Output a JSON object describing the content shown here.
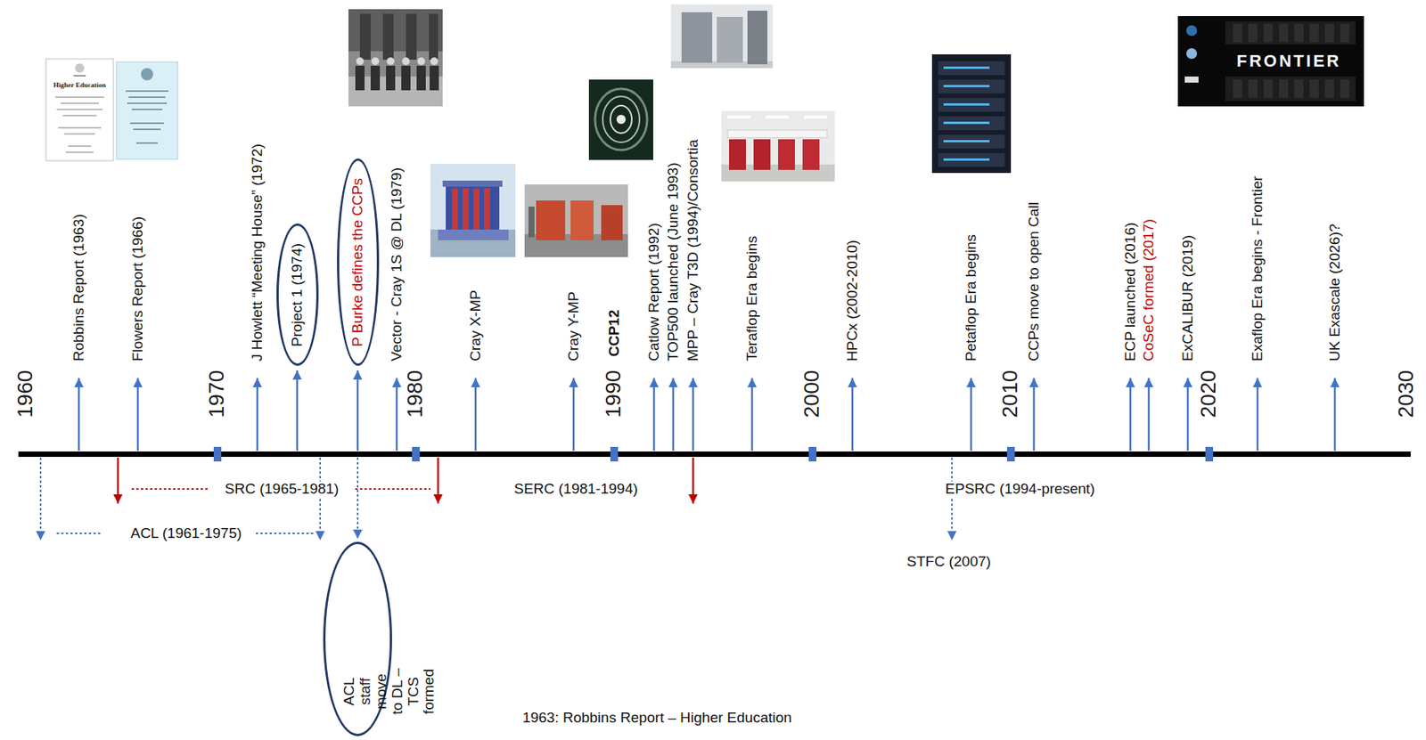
{
  "diagram": {
    "nodes": [
      {
        "text": [
          "Project 1 (1974)"
        ]
      },
      {
        "text": [
          "P Burke defines the CCPs"
        ]
      },
      {
        "text": [
          "ACL staff move to DL – TCS formed"
        ]
      }
    ],
    "labels": [
      "Higher Education",
      "FRONTIER",
      "Robbins Report (1963)",
      "Flowers Report (1966)",
      "J Howlett “Meeting House” (1972)",
      "Vector - Cray 1S @ DL (1979)",
      "Cray X-MP",
      "Cray Y-MP",
      "CCP12",
      "Catlow Report (1992)",
      "TOP500 launched (June 1993)",
      "MPP – Cray T3D (1994)/Consortia",
      "Teraflop Era begins",
      "HPCx (2002-2010)",
      "Petaflop Era begins",
      "CCPs move to open Call",
      "ECP launched (2016)",
      "CoSeC formed (2017)",
      "ExCALIBUR (2019)",
      "Exaflop Era begins - Frontier",
      "UK Exascale (2026)?",
      "1960",
      "1970",
      "1980",
      "1990",
      "2000",
      "2010",
      "2020",
      "2030",
      "SRC (1965-1981)",
      "SERC (1981-1994)",
      "EPSRC (1994-present)",
      "ACL (1961-1975)",
      "STFC (2007)",
      "1963: Robbins Report – Higher Education"
    ]
  }
}
